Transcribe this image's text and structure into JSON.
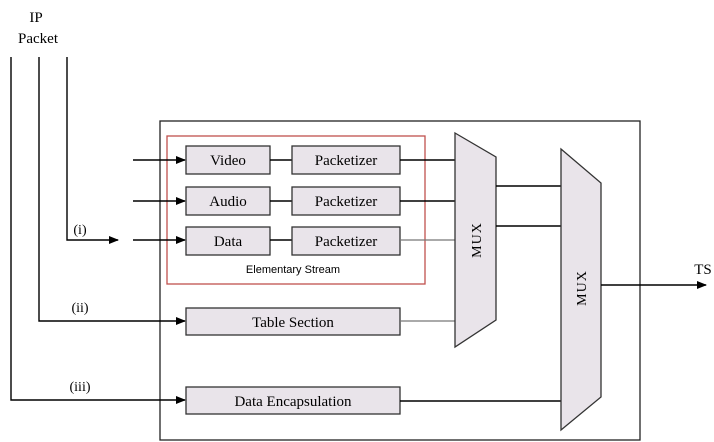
{
  "input_label_line1": "IP",
  "input_label_line2": "Packet",
  "output_label": "TS",
  "branch_i": "(i)",
  "branch_ii": "(ii)",
  "branch_iii": "(iii)",
  "elementary_stream_label": "Elementary Stream",
  "boxes": {
    "video": "Video",
    "audio": "Audio",
    "data": "Data",
    "packetizer_video": "Packetizer",
    "packetizer_audio": "Packetizer",
    "packetizer_data": "Packetizer",
    "table_section": "Table Section",
    "data_encapsulation": "Data Encapsulation"
  },
  "mux1_label": "MUX",
  "mux2_label": "MUX"
}
